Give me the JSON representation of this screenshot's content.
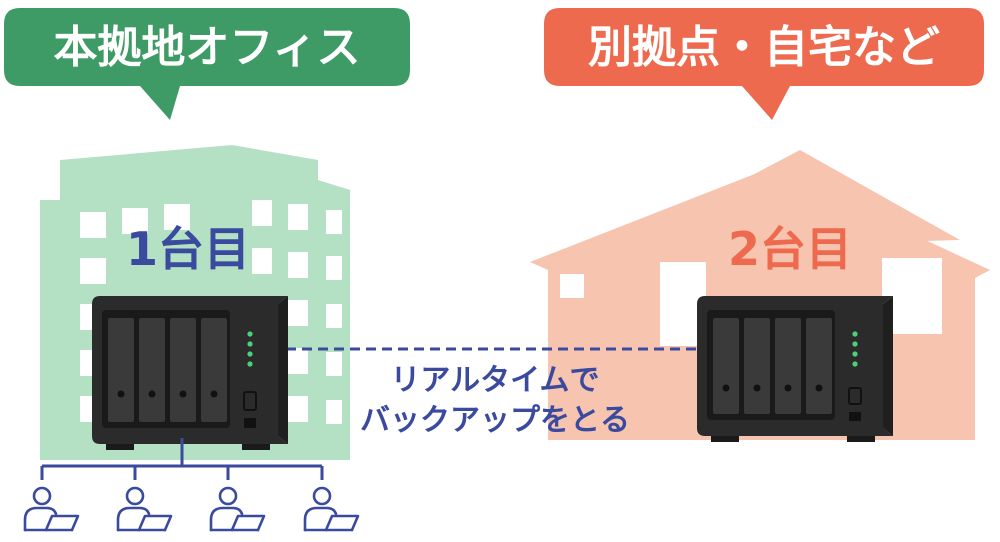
{
  "main_site": {
    "bubble_label": "本拠地オフィス",
    "unit_label": "1台目",
    "bubble_color": "#3f9b65",
    "building_color": "#b4e0c4",
    "label_color": "#3a4a9e"
  },
  "remote_site": {
    "bubble_label": "別拠点・自宅など",
    "unit_label": "2台目",
    "bubble_color": "#ee6a4f",
    "house_color": "#f7c4b0",
    "label_color": "#ee6a4f"
  },
  "link": {
    "line1": "リアルタイムで",
    "line2": "バックアップをとる",
    "color": "#3a4a9e"
  },
  "nas_device": {
    "bays": 4,
    "body_color": "#2b2b2b"
  },
  "users": {
    "count": 4,
    "icon": "person-laptop-icon",
    "color": "#3a4a9e"
  }
}
